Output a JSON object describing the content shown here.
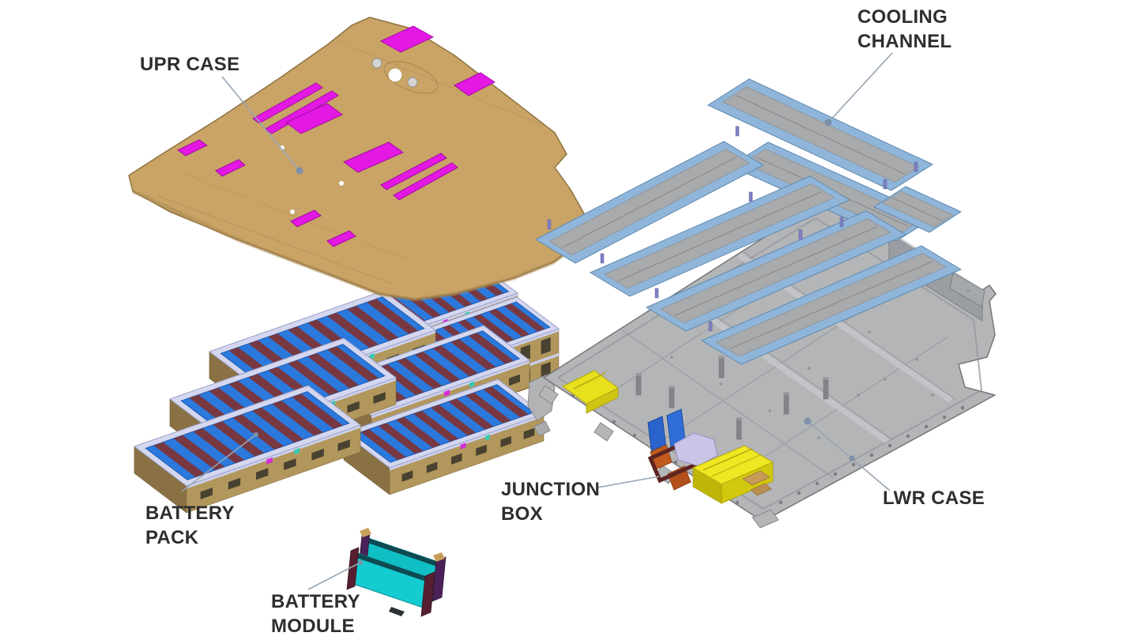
{
  "diagram": {
    "description": "Exploded isometric view of an electric vehicle battery pack assembly"
  },
  "labels": {
    "upr_case": {
      "lines": [
        "UPR CASE"
      ]
    },
    "cooling_channel": {
      "lines": [
        "COOLING",
        "CHANNEL"
      ]
    },
    "battery_pack": {
      "lines": [
        "BATTERY",
        "PACK"
      ]
    },
    "battery_module": {
      "lines": [
        "BATTERY",
        "MODULE"
      ]
    },
    "junction_box": {
      "lines": [
        "JUNCTION",
        "BOX"
      ]
    },
    "lwr_case": {
      "lines": [
        "LWR CASE"
      ]
    }
  },
  "colors": {
    "background": "#ffffff",
    "label_text": "#2e2e2e",
    "leader_line": "#97a5b4",
    "leader_dot": "#7d90a6",
    "upr_case_tan": "#c9a466",
    "highlight_magenta": "#e318e3",
    "cooling_channel_frame_blue": "#8fb6da",
    "cooling_channel_panel_gray": "#a8aaac",
    "lwr_case_gray": "#b3b5b7",
    "battery_top_blue": "#2b79dd",
    "battery_stripe_maroon": "#7b3538",
    "module_frame_tan": "#b2975c",
    "battery_module_cyan": "#12c4c8",
    "junction_box_yellow": "#e9e01d",
    "junction_blue": "#2a63cc",
    "junction_orange": "#c05a1e",
    "junction_lavender": "#cac4e6"
  }
}
